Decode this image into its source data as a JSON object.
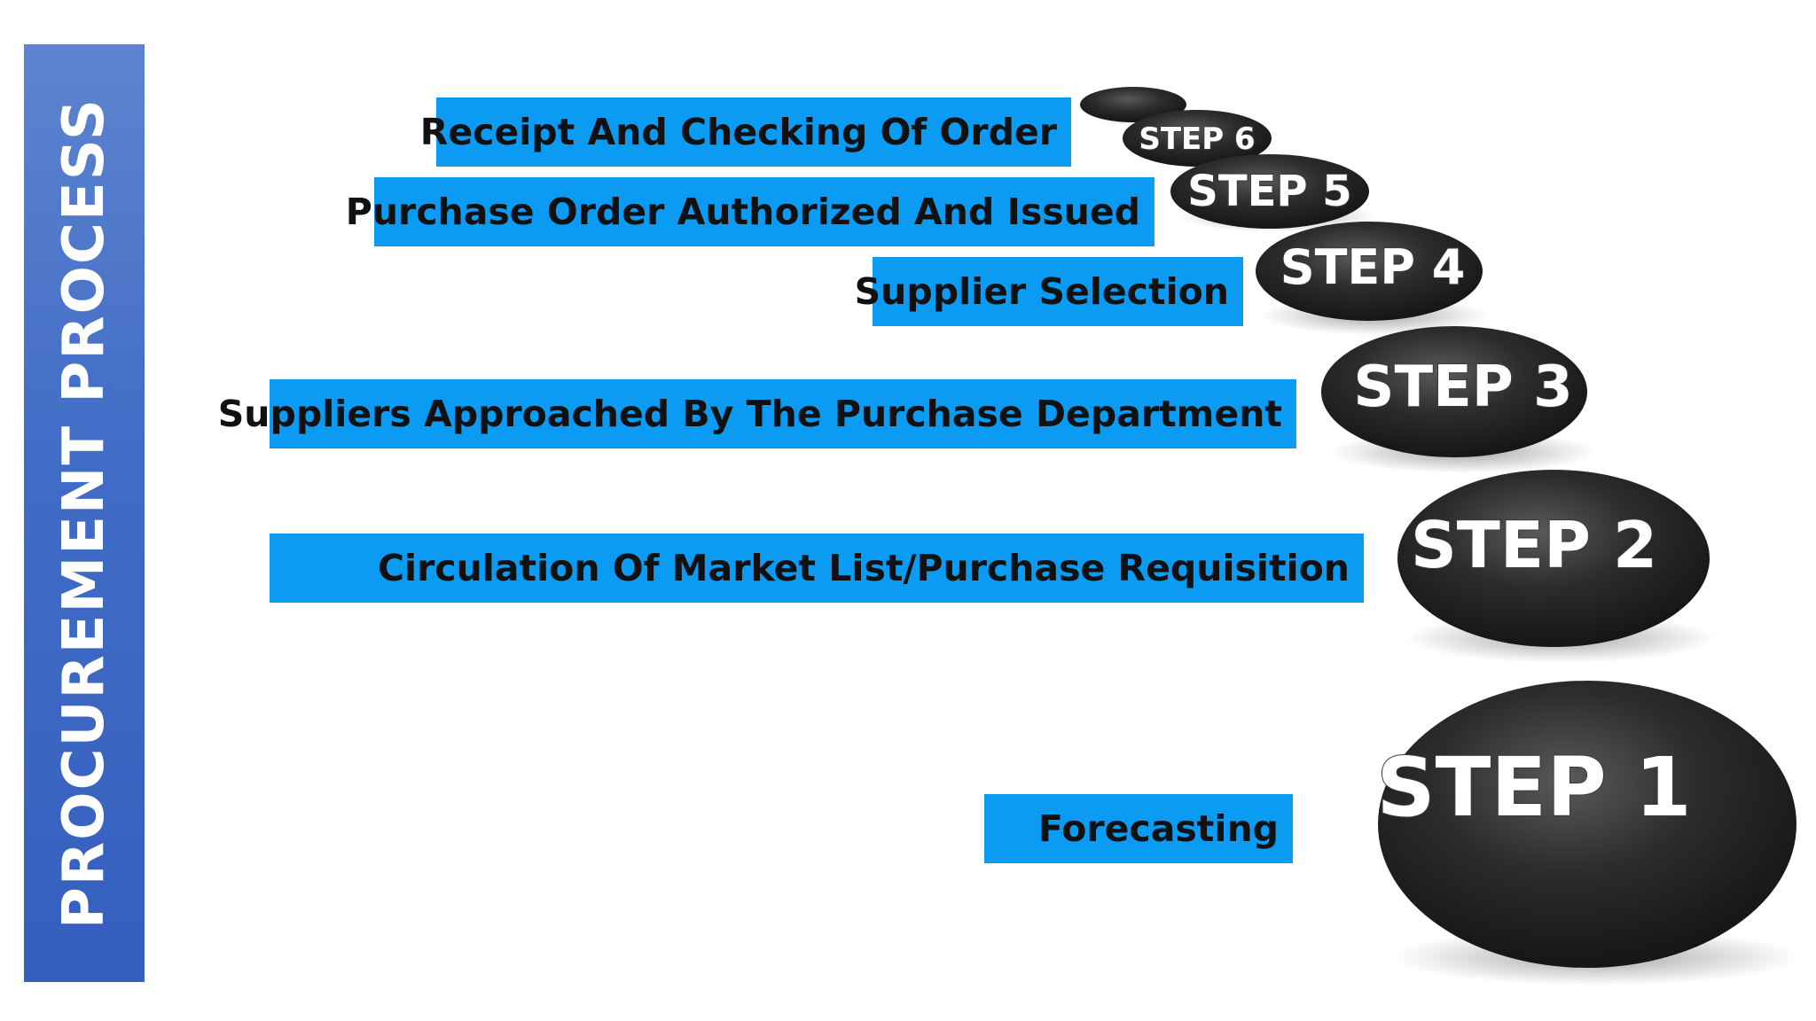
{
  "title": "PROCUREMENT PROCESS",
  "colors": {
    "title_band": "#416cc6",
    "label_box": "#0b9bf2",
    "label_text": "#111111",
    "stone": "#2a2a2a",
    "stone_text": "#ffffff"
  },
  "steps": [
    {
      "step": "STEP 1",
      "label": "Forecasting"
    },
    {
      "step": "STEP 2",
      "label": "Circulation Of Market List/Purchase Requisition"
    },
    {
      "step": "STEP 3",
      "label": "Suppliers Approached By The Purchase Department"
    },
    {
      "step": "STEP 4",
      "label": "Supplier Selection"
    },
    {
      "step": "STEP 5",
      "label": "Purchase Order Authorized And Issued"
    },
    {
      "step": "STEP 6",
      "label": "Receipt And Checking Of Order"
    }
  ]
}
